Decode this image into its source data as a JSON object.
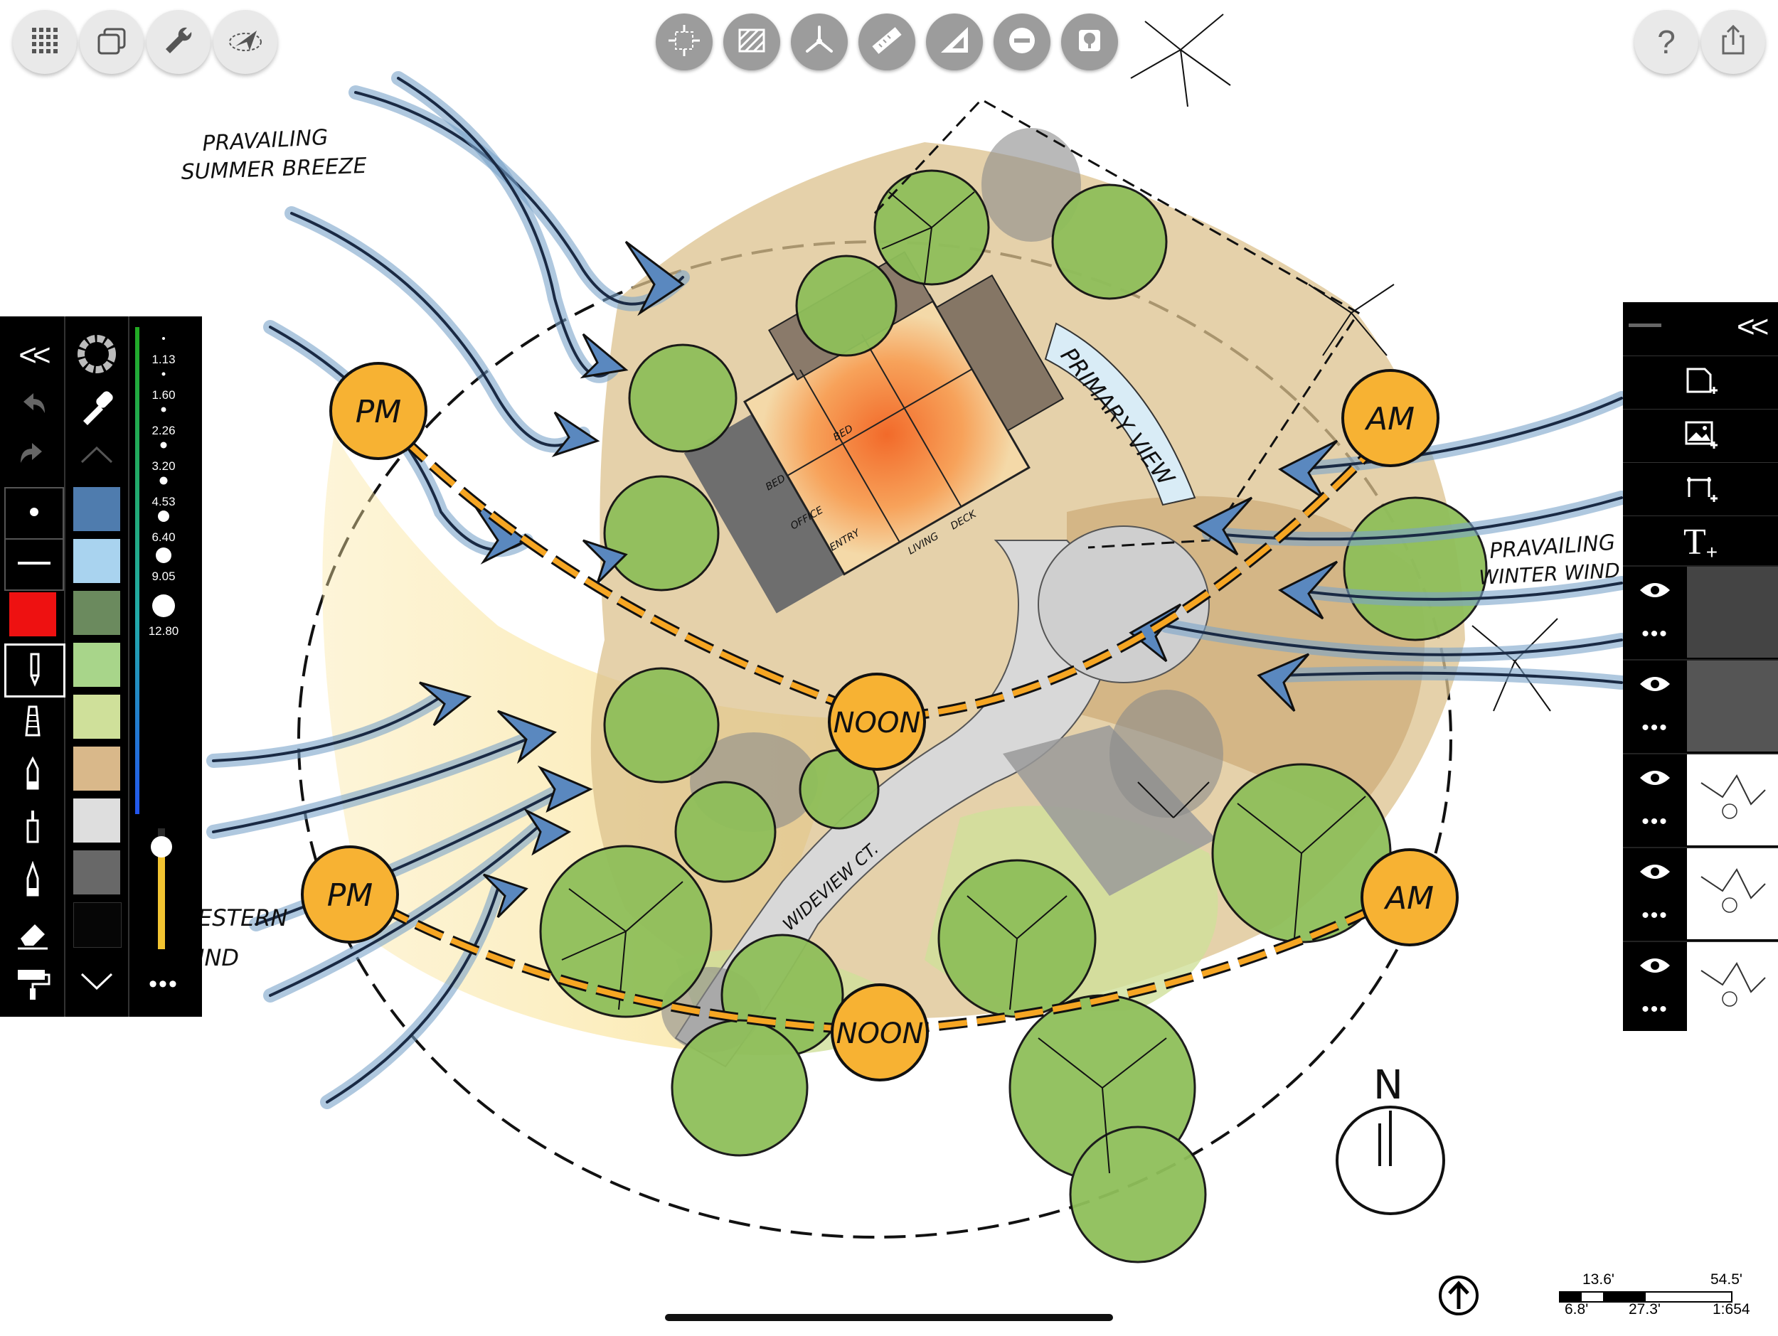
{
  "toolbar_left": {
    "icons": [
      "gallery-grid-icon",
      "layers-stack-icon",
      "wrench-icon",
      "navigate-arrow-icon"
    ]
  },
  "toolbar_center": {
    "icons": [
      "transform-icon",
      "hatch-fill-icon",
      "symmetry-icon",
      "ruler-icon",
      "set-square-icon",
      "shape-guide-icon",
      "tree-symbol-icon"
    ]
  },
  "toolbar_right": {
    "icons": [
      "help-icon",
      "share-icon"
    ],
    "help_label": "?"
  },
  "brush_panel": {
    "collapse_label": "<<",
    "tools": [
      "undo-icon",
      "redo-icon",
      "dot-brush-icon",
      "line-brush-icon",
      "red-swatch-brush",
      "pen-icon",
      "marker-icon",
      "fineliner-icon",
      "technical-pen-icon",
      "brush-pen-icon",
      "eraser-icon",
      "paint-roller-icon"
    ],
    "colors": [
      "#4f7cae",
      "#a9d3ef",
      "#6b8a5e",
      "#a8d58a",
      "#cfe09a",
      "#d9b88a",
      "#dedede",
      "#686868",
      "#060606"
    ],
    "active_color": "#ee1111",
    "sizes": [
      "1.13",
      "1.60",
      "2.26",
      "3.20",
      "4.53",
      "6.40",
      "9.05",
      "12.80"
    ],
    "opacity_level": 0.85,
    "more_label": "•••"
  },
  "layers_panel": {
    "collapse_label": "<<",
    "actions": [
      "new-layer-icon",
      "import-image-icon",
      "add-sheet-icon",
      "add-text-icon"
    ],
    "text_action_label": "T",
    "layers": [
      {
        "visible": true,
        "more": "•••"
      },
      {
        "visible": true,
        "more": "•••"
      },
      {
        "visible": true,
        "more": "•••"
      },
      {
        "visible": true,
        "more": "•••"
      },
      {
        "visible": true,
        "more": "•••"
      }
    ]
  },
  "sketch": {
    "labels": {
      "summer_breeze_1": "PRAVAILING",
      "summer_breeze_2": "SUMMER BREEZE",
      "winter_wind_1": "PRAVAILING",
      "winter_wind_2": "WINTER WIND",
      "western_1": "ESTERN",
      "western_2": "IND",
      "primary_view": "PRIMARY VIEW",
      "street": "WIDEVIEW CT.",
      "north": "N",
      "bed1": "BED",
      "bed2": "BED",
      "office": "OFFICE",
      "entry": "ENTRY",
      "living": "LIVING",
      "deck": "DECK"
    },
    "sun_markers": {
      "pm": "PM",
      "am": "AM",
      "noon": "NOON"
    }
  },
  "scale_bar": {
    "top_left": "13.6'",
    "top_right": "54.5'",
    "bottom_left": "6.8'",
    "bottom_mid": "27.3'",
    "ratio": "1:654"
  }
}
